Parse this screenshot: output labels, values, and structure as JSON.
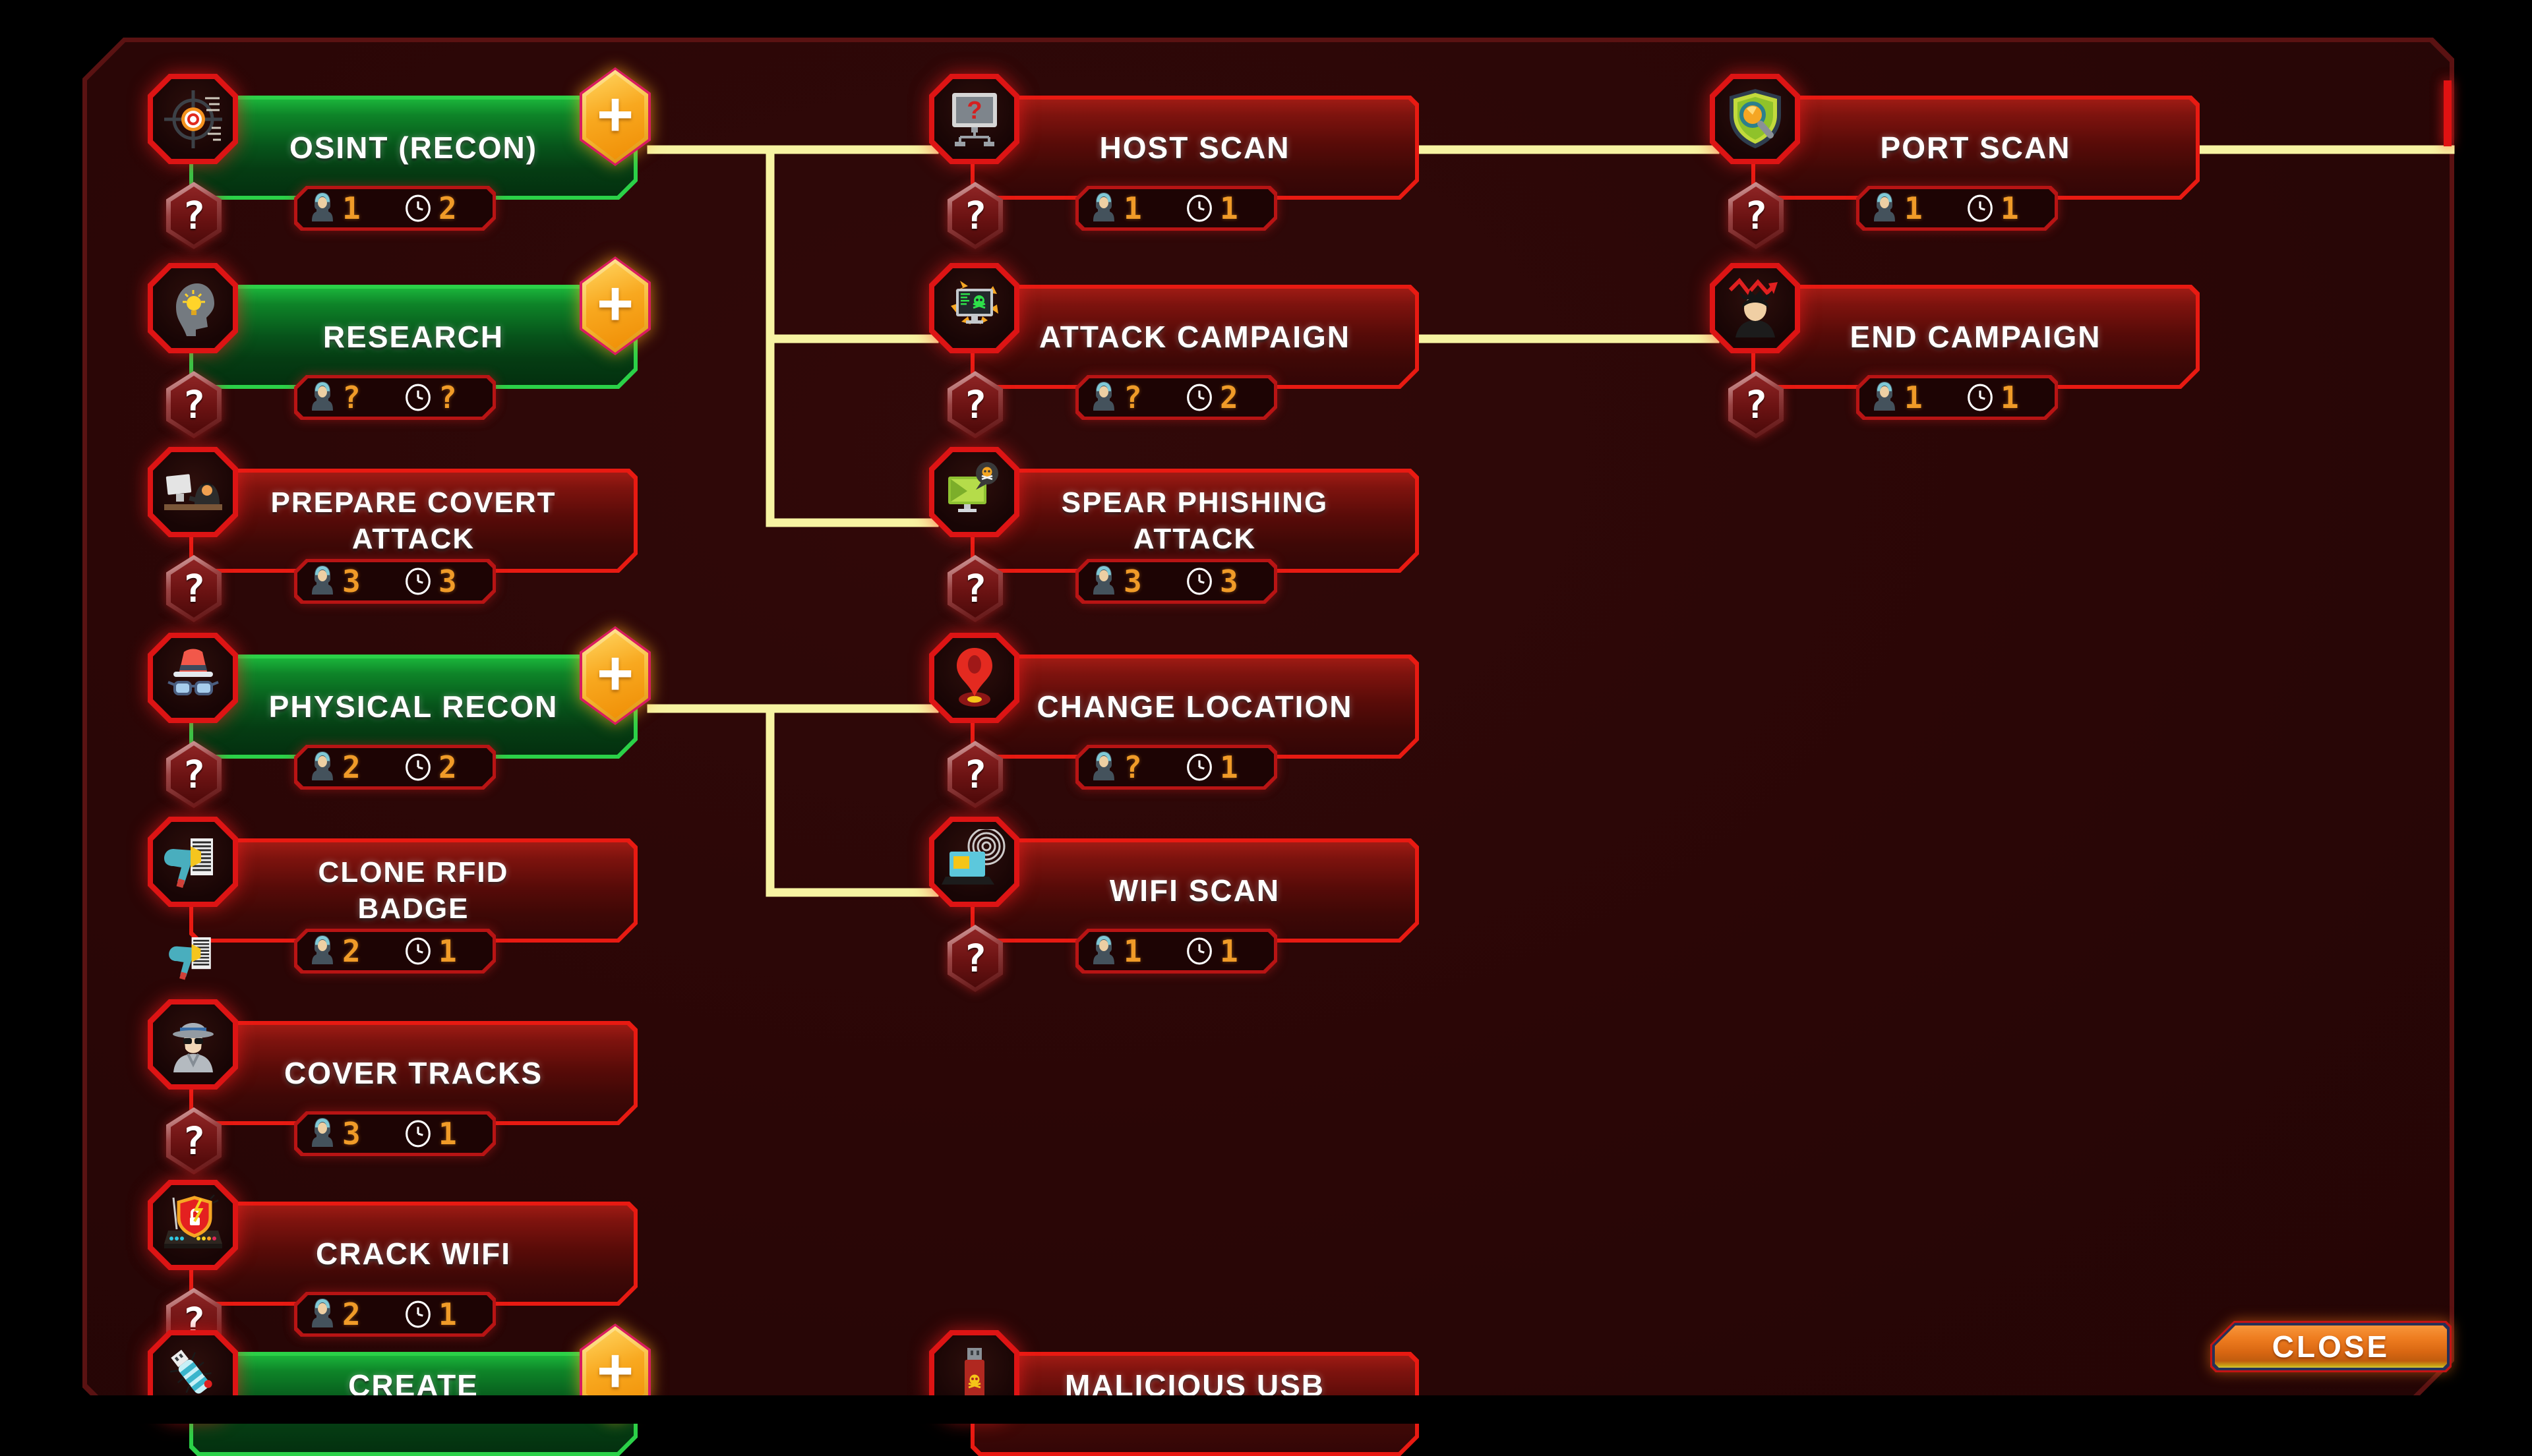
{
  "colors": {
    "background": "#000000",
    "panel_bg": "#2a0606",
    "panel_border": "#5a1212",
    "link_line": "#f7f3a2",
    "green_node": "#2bd148",
    "red_node": "#e81a12",
    "stat_value": "#f09b28",
    "close_button": "#ee7d20"
  },
  "close_button": {
    "label": "CLOSE"
  },
  "stat_legend": {
    "crew_icon": "hooded-hacker-icon",
    "time_icon": "clock-icon"
  },
  "nodes": [
    {
      "id": "osint",
      "title_lines": [
        "OSINT (RECON)"
      ],
      "icon": "target-icon",
      "style": "green",
      "col": 0,
      "row": 0,
      "plus": true,
      "badge": "question",
      "crew": "1",
      "time": "2"
    },
    {
      "id": "research",
      "title_lines": [
        "RESEARCH"
      ],
      "icon": "head-idea-icon",
      "style": "green",
      "col": 0,
      "row": 1,
      "plus": true,
      "badge": "question",
      "crew": "?",
      "time": "?"
    },
    {
      "id": "prepare-covert-attack",
      "title_lines": [
        "PREPARE COVERT",
        "ATTACK"
      ],
      "icon": "covert-attack-icon",
      "style": "red",
      "col": 0,
      "row": 2,
      "plus": false,
      "badge": "question",
      "crew": "3",
      "time": "3"
    },
    {
      "id": "physical-recon",
      "title_lines": [
        "PHYSICAL RECON"
      ],
      "icon": "disguise-icon",
      "style": "green",
      "col": 0,
      "row": 3,
      "plus": true,
      "badge": "question",
      "crew": "2",
      "time": "2"
    },
    {
      "id": "clone-rfid-badge",
      "title_lines": [
        "CLONE RFID",
        "BADGE"
      ],
      "icon": "rfid-cloner-icon",
      "style": "red",
      "col": 0,
      "row": 4,
      "plus": false,
      "badge": "rfid-mini",
      "crew": "2",
      "time": "1"
    },
    {
      "id": "cover-tracks",
      "title_lines": [
        "COVER TRACKS"
      ],
      "icon": "detective-icon",
      "style": "red",
      "col": 0,
      "row": 5,
      "plus": false,
      "badge": "question",
      "crew": "3",
      "time": "1"
    },
    {
      "id": "crack-wifi",
      "title_lines": [
        "CRACK WIFI"
      ],
      "icon": "router-shield-icon",
      "style": "red",
      "col": 0,
      "row": 6,
      "plus": false,
      "badge": "question",
      "crew": "2",
      "time": "1"
    },
    {
      "id": "create",
      "title_lines": [
        "CREATE"
      ],
      "icon": "usb-bug-icon",
      "style": "green",
      "col": 0,
      "row": 7,
      "plus": true,
      "badge": null,
      "crew": null,
      "time": null,
      "cutoff": true
    },
    {
      "id": "host-scan",
      "title_lines": [
        "HOST SCAN"
      ],
      "icon": "host-scan-icon",
      "style": "red",
      "col": 1,
      "row": 0,
      "plus": false,
      "badge": "question",
      "crew": "1",
      "time": "1"
    },
    {
      "id": "attack-campaign",
      "title_lines": [
        "ATTACK CAMPAIGN"
      ],
      "icon": "attack-campaign-icon",
      "style": "red",
      "col": 1,
      "row": 1,
      "plus": false,
      "badge": "question",
      "crew": "?",
      "time": "2"
    },
    {
      "id": "spear-phishing-attack",
      "title_lines": [
        "SPEAR PHISHING",
        "ATTACK"
      ],
      "icon": "phishing-icon",
      "style": "red",
      "col": 1,
      "row": 2,
      "plus": false,
      "badge": "question",
      "crew": "3",
      "time": "3"
    },
    {
      "id": "change-location",
      "title_lines": [
        "CHANGE LOCATION"
      ],
      "icon": "map-pin-icon",
      "style": "red",
      "col": 1,
      "row": 3,
      "plus": false,
      "badge": "question",
      "crew": "?",
      "time": "1"
    },
    {
      "id": "wifi-scan",
      "title_lines": [
        "WIFI SCAN"
      ],
      "icon": "wifi-scan-icon",
      "style": "red",
      "col": 1,
      "row": 4,
      "plus": false,
      "badge": "question",
      "crew": "1",
      "time": "1"
    },
    {
      "id": "malicious-usb",
      "title_lines": [
        "MALICIOUS USB"
      ],
      "icon": "malicious-usb-icon",
      "style": "red",
      "col": 1,
      "row": 7,
      "plus": false,
      "badge": null,
      "crew": null,
      "time": null,
      "cutoff": true
    },
    {
      "id": "port-scan",
      "title_lines": [
        "PORT SCAN"
      ],
      "icon": "port-scan-icon",
      "style": "red",
      "col": 2,
      "row": 0,
      "plus": false,
      "badge": "question",
      "crew": "1",
      "time": "1"
    },
    {
      "id": "end-campaign",
      "title_lines": [
        "END CAMPAIGN"
      ],
      "icon": "end-campaign-icon",
      "style": "red",
      "col": 2,
      "row": 1,
      "plus": false,
      "badge": "question",
      "crew": "1",
      "time": "1"
    }
  ],
  "connections": [
    {
      "from": "osint",
      "to": [
        "host-scan",
        "attack-campaign",
        "spear-phishing-attack"
      ]
    },
    {
      "from": "physical-recon",
      "to": [
        "change-location",
        "wifi-scan"
      ]
    },
    {
      "from": "host-scan",
      "to": [
        "port-scan"
      ]
    },
    {
      "from": "attack-campaign",
      "to": [
        "end-campaign"
      ]
    },
    {
      "from": "port-scan",
      "to": [
        "offscreen-right"
      ]
    }
  ]
}
